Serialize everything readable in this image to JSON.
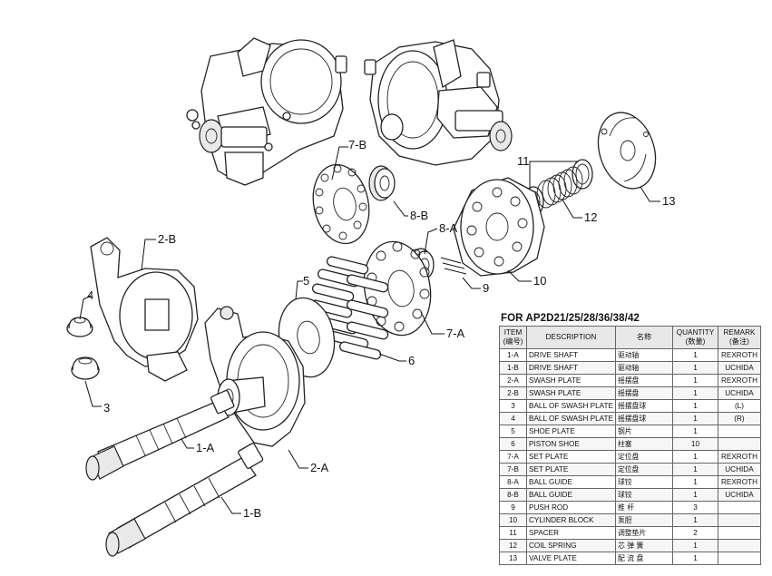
{
  "callouts": {
    "c7b": "7-B",
    "c8b": "8-B",
    "c8a": "8-A",
    "c11": "11",
    "c12": "12",
    "c13": "13",
    "c2b": "2-B",
    "c4": "4",
    "c3": "3",
    "c5": "5",
    "c6": "6",
    "c7a": "7-A",
    "c9": "9",
    "c10": "10",
    "c1a": "1-A",
    "c2a": "2-A",
    "c1b": "1-B"
  },
  "table": {
    "title": "FOR AP2D21/25/28/36/38/42",
    "headers": {
      "item": "ITEM",
      "item_cn": "(编号)",
      "description": "DESCRIPTION",
      "name_cn": "名称",
      "quantity": "QUANTITY",
      "quantity_cn": "(数量)",
      "remark": "REMARK",
      "remark_cn": "(备注)"
    },
    "rows": [
      {
        "item": "1-A",
        "desc": "DRIVE SHAFT",
        "cn": "驱动轴",
        "qty": "1",
        "remark": "REXROTH"
      },
      {
        "item": "1-B",
        "desc": "DRIVE SHAFT",
        "cn": "驱动轴",
        "qty": "1",
        "remark": "UCHIDA"
      },
      {
        "item": "2-A",
        "desc": "SWASH   PLATE",
        "cn": "摇摆盘",
        "qty": "1",
        "remark": "REXROTH"
      },
      {
        "item": "2-B",
        "desc": "SWASH   PLATE",
        "cn": "摇摆盘",
        "qty": "1",
        "remark": "UCHIDA"
      },
      {
        "item": "3",
        "desc": "BALL OF SWASH PLATE",
        "cn": "摇摆盘球",
        "qty": "1",
        "remark": "(L)"
      },
      {
        "item": "4",
        "desc": "BALL OF SWASH PLATE",
        "cn": "摇摆盘球",
        "qty": "1",
        "remark": "(R)"
      },
      {
        "item": "5",
        "desc": "SHOE PLATE",
        "cn": "钢片",
        "qty": "1",
        "remark": ""
      },
      {
        "item": "6",
        "desc": "PISTON SHOE",
        "cn": "柱塞",
        "qty": "10",
        "remark": ""
      },
      {
        "item": "7-A",
        "desc": "SET PLATE",
        "cn": "定位盘",
        "qty": "1",
        "remark": "REXROTH"
      },
      {
        "item": "7-B",
        "desc": "SET PLATE",
        "cn": "定位盘",
        "qty": "1",
        "remark": "UCHIDA"
      },
      {
        "item": "8-A",
        "desc": "BALL GUIDE",
        "cn": "球铰",
        "qty": "1",
        "remark": "REXROTH"
      },
      {
        "item": "8-B",
        "desc": "BALL GUIDE",
        "cn": "球铰",
        "qty": "1",
        "remark": "UCHIDA"
      },
      {
        "item": "9",
        "desc": "PUSH ROD",
        "cn": "推 杆",
        "qty": "3",
        "remark": ""
      },
      {
        "item": "10",
        "desc": "CYLINDER BLOCK",
        "cn": "泵胆",
        "qty": "1",
        "remark": ""
      },
      {
        "item": "11",
        "desc": "SPACER",
        "cn": "调整垫片",
        "qty": "2",
        "remark": ""
      },
      {
        "item": "12",
        "desc": "COIL SPRING",
        "cn": "芯 弹 簧",
        "qty": "1",
        "remark": ""
      },
      {
        "item": "13",
        "desc": "VALVE PLATE",
        "cn": "配 流 盘",
        "qty": "1",
        "remark": ""
      }
    ]
  }
}
